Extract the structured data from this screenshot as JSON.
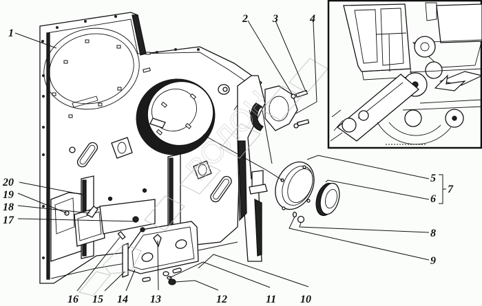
{
  "diagram": {
    "type": "exploded-parts-view",
    "subject": "combine harvester side panel assembly",
    "inset": {
      "label": "combine-harvester-location-inset",
      "highlight_arrow": "arrow pointing to panel location"
    },
    "watermark": "ВОЛОН",
    "callouts": [
      {
        "id": "1",
        "text": "1"
      },
      {
        "id": "2",
        "text": "2"
      },
      {
        "id": "3",
        "text": "3"
      },
      {
        "id": "4",
        "text": "4"
      },
      {
        "id": "5",
        "text": "5"
      },
      {
        "id": "6",
        "text": "6"
      },
      {
        "id": "7",
        "text": "7"
      },
      {
        "id": "8",
        "text": "8"
      },
      {
        "id": "9",
        "text": "9"
      },
      {
        "id": "10",
        "text": "10"
      },
      {
        "id": "11",
        "text": "11"
      },
      {
        "id": "12",
        "text": "12"
      },
      {
        "id": "13",
        "text": "13"
      },
      {
        "id": "14",
        "text": "14"
      },
      {
        "id": "15",
        "text": "15"
      },
      {
        "id": "16",
        "text": "16"
      },
      {
        "id": "17",
        "text": "17"
      },
      {
        "id": "18",
        "text": "18"
      },
      {
        "id": "19",
        "text": "19"
      },
      {
        "id": "20",
        "text": "20"
      }
    ],
    "group_bracket": {
      "members": [
        "5",
        "6"
      ],
      "label": "7"
    }
  }
}
